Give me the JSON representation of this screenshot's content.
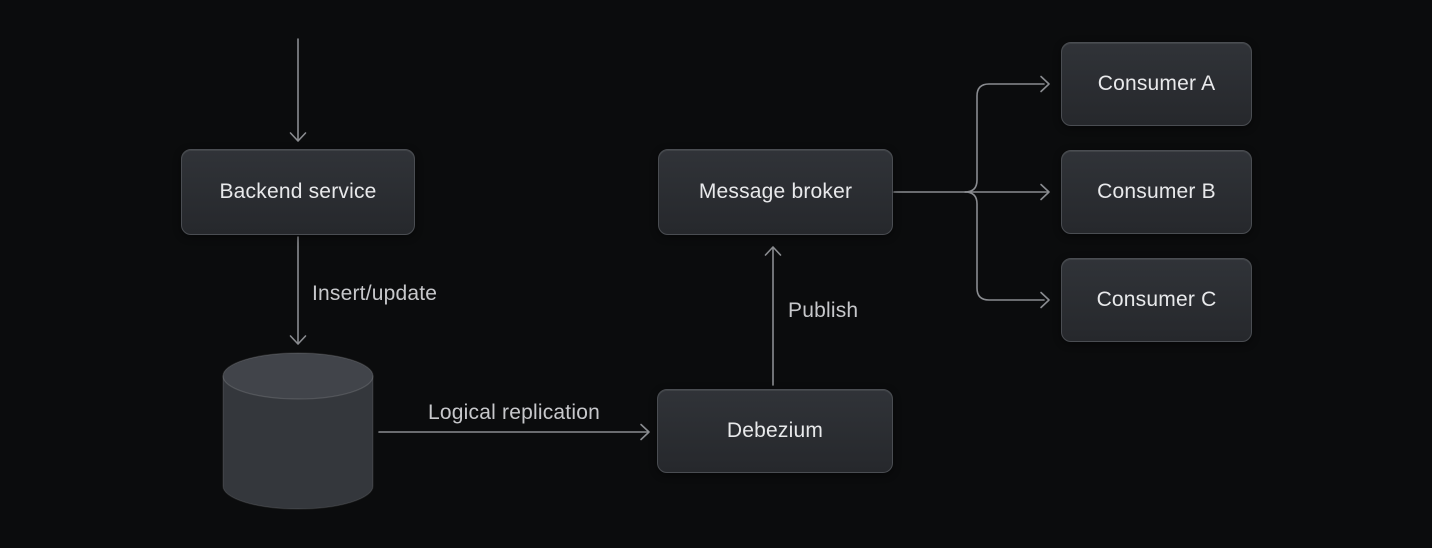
{
  "colors": {
    "background": "#0b0c0d",
    "node_fill_top": "#303338",
    "node_fill_bottom": "#26282c",
    "node_border": "#4a4d52",
    "node_text": "#e8e9eb",
    "connector": "#8a8c90",
    "edge_label_text": "#c7c8cb",
    "cylinder_body": "#34373c",
    "cylinder_top": "#41444a"
  },
  "nodes": {
    "backend_service": {
      "label": "Backend service"
    },
    "database": {
      "icon": "database-cylinder-icon"
    },
    "debezium": {
      "label": "Debezium"
    },
    "message_broker": {
      "label": "Message broker"
    },
    "consumer_a": {
      "label": "Consumer A"
    },
    "consumer_b": {
      "label": "Consumer B"
    },
    "consumer_c": {
      "label": "Consumer C"
    }
  },
  "edge_labels": {
    "insert_update": "Insert/update",
    "logical_replication": "Logical replication",
    "publish": "Publish"
  }
}
